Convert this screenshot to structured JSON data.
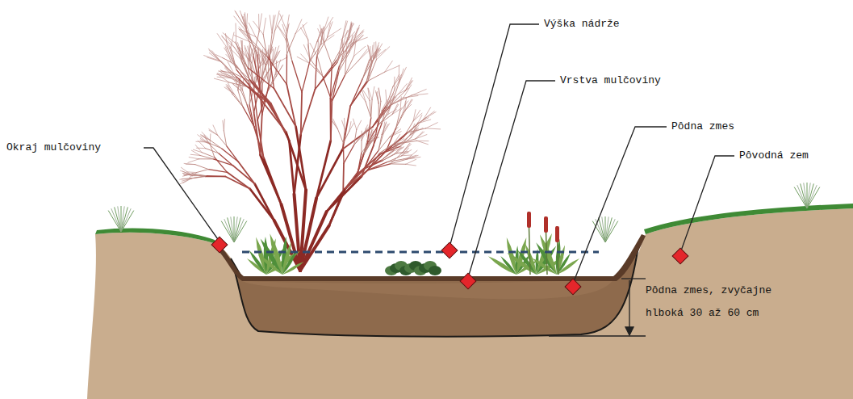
{
  "diagram": {
    "labels": [
      "Výška nádrže",
      "Vrstva mulčoviny",
      "Pôdna zmes",
      "Pôvodná zem",
      "Okraj mulčoviny",
      "Pôdna zmes, zvyčajne hlboká 30 až 60 cm"
    ]
  }
}
